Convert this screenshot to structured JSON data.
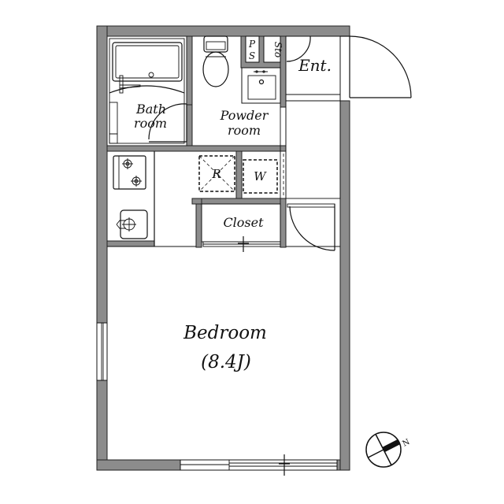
{
  "floorplan": {
    "rooms": {
      "bath": {
        "line1": "Bath",
        "line2": "room"
      },
      "powder": {
        "line1": "Powder",
        "line2": "room"
      },
      "ps": {
        "line1": "P",
        "line2": "S"
      },
      "storage": {
        "label": "Sto"
      },
      "entrance": {
        "label": "Ent."
      },
      "refrigerator": {
        "label": "R"
      },
      "washer": {
        "label": "W"
      },
      "closet": {
        "label": "Closet"
      },
      "bedroom": {
        "label": "Bedroom",
        "size": "(8.4J)"
      }
    },
    "compass": {
      "north_label": "N"
    },
    "colors": {
      "wall": "#8c8c8c",
      "line": "#111111",
      "background": "#ffffff"
    }
  }
}
